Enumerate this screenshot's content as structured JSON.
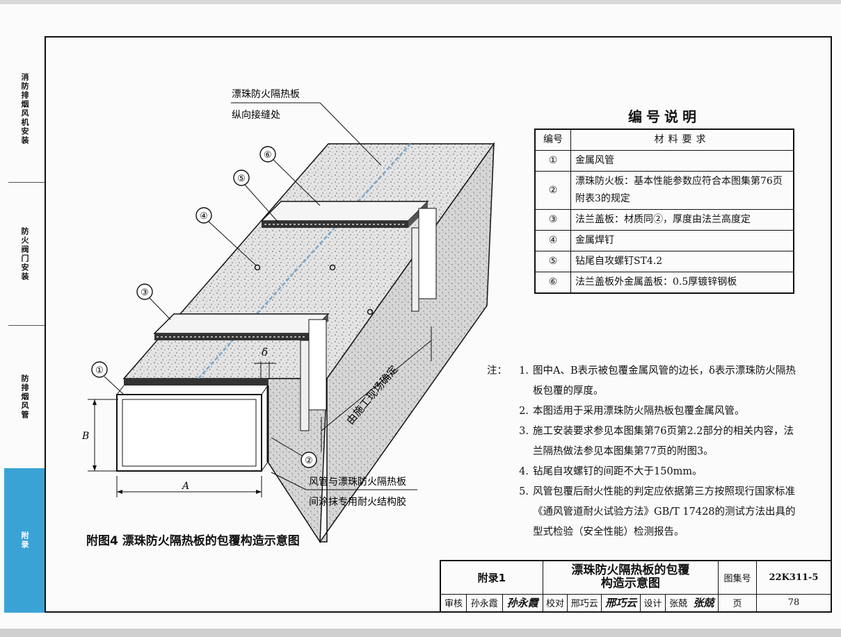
{
  "side_tabs": [
    {
      "label": "消防排烟风机安装"
    },
    {
      "label": "防火阀门安装"
    },
    {
      "label": "防排烟风管"
    },
    {
      "label": "附录"
    }
  ],
  "legend": {
    "title": "编号说明",
    "col_num": "编号",
    "col_req": "材料要求",
    "rows": [
      {
        "num": "①",
        "text": "金属风管"
      },
      {
        "num": "②",
        "text": "漂珠防火板：基本性能参数应符合本图集第76页附表3的规定"
      },
      {
        "num": "③",
        "text": "法兰盖板：材质同②，厚度由法兰高度定"
      },
      {
        "num": "④",
        "text": "金属焊钉"
      },
      {
        "num": "⑤",
        "text": "钻尾自攻螺钉ST4.2"
      },
      {
        "num": "⑥",
        "text": "法兰盖板外金属盖板：0.5厚镀锌钢板"
      }
    ]
  },
  "drawing": {
    "label_seam_1": "漂珠防火隔热板",
    "label_seam_2": "纵向接缝处",
    "label_glue_1": "风管与漂珠防火隔热板",
    "label_glue_2": "间涂抹专用耐火结构胶",
    "label_length": "由施工现场确定",
    "dim_a": "A",
    "dim_b": "B",
    "dim_delta": "δ",
    "callouts": [
      "①",
      "②",
      "③",
      "④",
      "⑤",
      "⑥"
    ]
  },
  "notes": {
    "prefix": "注：",
    "items": [
      {
        "n": "1.",
        "text": "图中A、B表示被包覆金属风管的边长，δ表示漂珠防火隔热板包覆的厚度。"
      },
      {
        "n": "2.",
        "text": "本图适用于采用漂珠防火隔热板包覆金属风管。"
      },
      {
        "n": "3.",
        "text": "施工安装要求参见本图集第76页第2.2部分的相关内容，法兰隔热做法参见本图集第77页的附图3。"
      },
      {
        "n": "4.",
        "text": "钻尾自攻螺钉的间距不大于150mm。"
      },
      {
        "n": "5.",
        "text": "风管包覆后耐火性能的判定应依据第三方按照现行国家标准《通风管道耐火试验方法》GB/T 17428的测试方法出具的型式检验（安全性能）检测报告。"
      }
    ]
  },
  "caption": "附图4  漂珠防火隔热板的包覆构造示意图",
  "title_block": {
    "section": "附录1",
    "title_1": "漂珠防火隔热板的包覆",
    "title_2": "构造示意图",
    "atlas_label": "图集号",
    "atlas_no": "22K311-5",
    "review_label": "审核",
    "reviewer": "孙永霞",
    "reviewer_sig": "孙永霞",
    "check_label": "校对",
    "checker": "邢巧云",
    "checker_sig": "邢巧云",
    "design_label": "设计",
    "designer": "张兢",
    "designer_sig": "张兢",
    "page_label": "页",
    "page_no": "78"
  }
}
